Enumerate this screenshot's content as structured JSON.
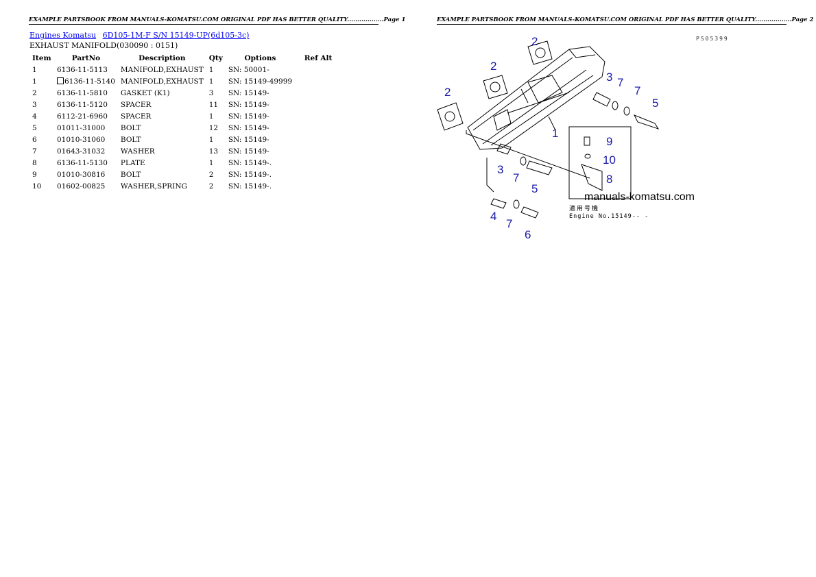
{
  "headers": {
    "page1": "EXAMPLE PARTSBOOK FROM MANUALS-KOMATSU.COM ORIGINAL PDF HAS BETTER QUALITY..................Page 1",
    "page2": "EXAMPLE PARTSBOOK FROM MANUALS-KOMATSU.COM ORIGINAL PDF HAS BETTER QUALITY..................Page 2"
  },
  "breadcrumb": {
    "link1": "Engines Komatsu",
    "link2": "6D105-1M-F S/N 15149-UP(6d105-3c)"
  },
  "section_title": "EXHAUST MANIFOLD(030090 : 0151)",
  "table": {
    "columns": [
      "Item",
      "PartNo",
      "Description",
      "Qty",
      "Options",
      "Ref Alt"
    ],
    "rows": [
      {
        "item": "1",
        "part": "6136-11-5113",
        "desc": "MANIFOLD,EXHAUST",
        "qty": "1",
        "opt": "SN: 50001-",
        "boxed": false
      },
      {
        "item": "1",
        "part": "6136-11-5140",
        "desc": "MANIFOLD,EXHAUST",
        "qty": "1",
        "opt": "SN: 15149-49999",
        "boxed": true
      },
      {
        "item": "2",
        "part": "6136-11-5810",
        "desc": "GASKET (K1)",
        "qty": "3",
        "opt": "SN: 15149-",
        "boxed": false
      },
      {
        "item": "3",
        "part": "6136-11-5120",
        "desc": "SPACER",
        "qty": "11",
        "opt": "SN: 15149-",
        "boxed": false
      },
      {
        "item": "4",
        "part": "6112-21-6960",
        "desc": "SPACER",
        "qty": "1",
        "opt": "SN: 15149-",
        "boxed": false
      },
      {
        "item": "5",
        "part": "01011-31000",
        "desc": "BOLT",
        "qty": "12",
        "opt": "SN: 15149-",
        "boxed": false
      },
      {
        "item": "6",
        "part": "01010-31060",
        "desc": "BOLT",
        "qty": "1",
        "opt": "SN: 15149-",
        "boxed": false
      },
      {
        "item": "7",
        "part": "01643-31032",
        "desc": "WASHER",
        "qty": "13",
        "opt": "SN: 15149-",
        "boxed": false
      },
      {
        "item": "8",
        "part": "6136-11-5130",
        "desc": "PLATE",
        "qty": "1",
        "opt": "SN: 15149-.",
        "boxed": false
      },
      {
        "item": "9",
        "part": "01010-30816",
        "desc": "BOLT",
        "qty": "2",
        "opt": "SN: 15149-.",
        "boxed": false
      },
      {
        "item": "10",
        "part": "01602-00825",
        "desc": "WASHER,SPRING",
        "qty": "2",
        "opt": "SN: 15149-.",
        "boxed": false
      }
    ]
  },
  "diagram": {
    "code": "PS05399",
    "watermark": "manuals-komatsu.com",
    "engine_note_jp": "適用号機",
    "engine_note": "Engine No.15149-- -",
    "labels": [
      "1",
      "2",
      "2",
      "2",
      "3",
      "3",
      "4",
      "5",
      "5",
      "6",
      "7",
      "7",
      "7",
      "7",
      "8",
      "9",
      "10"
    ]
  }
}
